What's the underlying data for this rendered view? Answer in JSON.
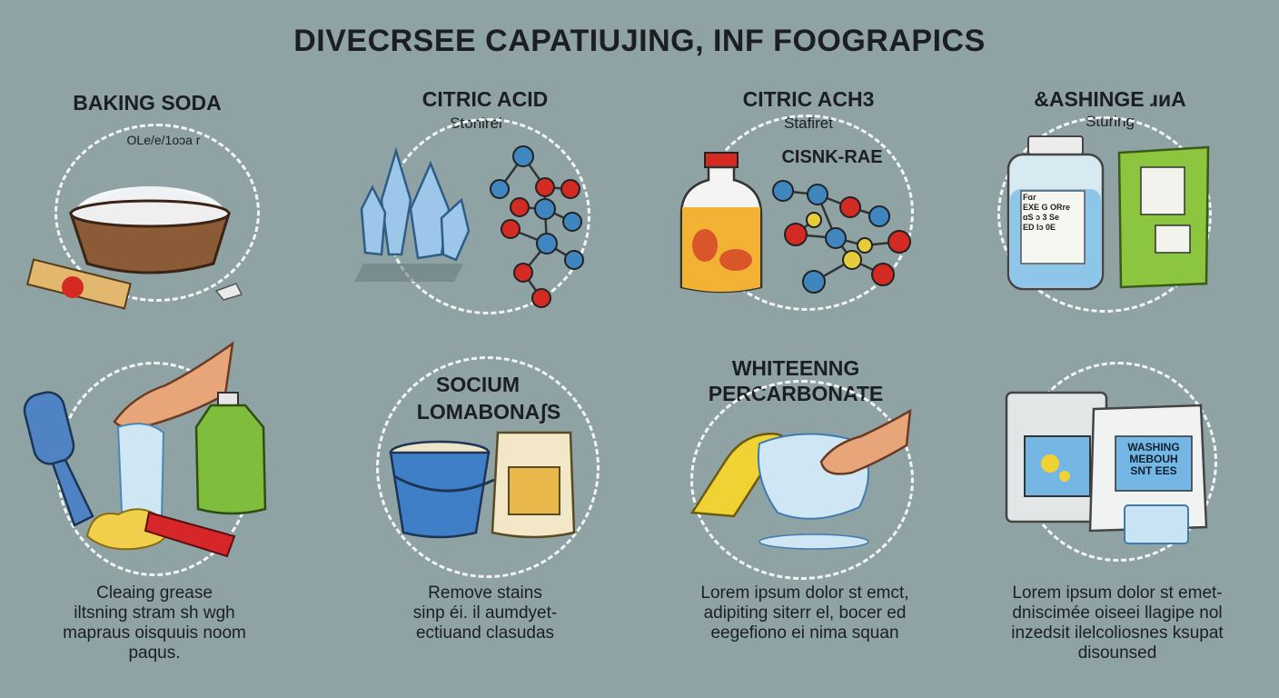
{
  "title": "DIVECRSEE CAPATIUJING, INF FOOGRAPICS",
  "panels": [
    {
      "heading": "BAKING SODA",
      "sub": "OLe/e/1oɔa  r"
    },
    {
      "heading": "CITRIC ACID",
      "sub": "Stonirel"
    },
    {
      "heading": "CITRIC ACH3",
      "sub": "Stafiret",
      "extra": "CISNK-RAE"
    },
    {
      "heading": "&ASHINGE ɹᴎA",
      "sub": "Sturing",
      "label_lines": [
        "Fɑɾ",
        "EXE G ORre",
        "ɑS ɔ 3 Se",
        "ED Iɔ 0E"
      ]
    },
    {
      "caption": [
        "Cleaing grease",
        "iltsning stram sh wgh",
        "mapraus oisquuis noom",
        "paqus."
      ]
    },
    {
      "heading_lines": [
        "SOCIUM",
        "LOMABONAʃS"
      ],
      "caption": [
        "Remove stains",
        "sinp éi. il aumdyet-",
        "ectiuand clasudas"
      ]
    },
    {
      "heading_lines": [
        "WHITEENNG",
        "PERCARBONATE"
      ],
      "caption": [
        "Lorem ipsum dolor st emct,",
        "adipiting siterr el, bocer ed",
        "eegefiono ei nima squan"
      ]
    },
    {
      "bag_lines": [
        "WASHING",
        "MEBOUH",
        "SNT EES"
      ],
      "caption": [
        "Lorem ipsum dolor st emet-",
        "dniscimée oiseei llagipe nol",
        "inzedsit ilelcoliosnes ksupat",
        "disounsed"
      ]
    }
  ],
  "colors": {
    "background": "#8fa3a5",
    "ring": "#f3f5f4",
    "atom_blue": "#3f86c0",
    "atom_red": "#d42a24",
    "atom_yellow": "#e6cc3a",
    "crystal": "#9cc7ea",
    "bottle_blue": "#8ec6ea",
    "bag_green": "#8cc63f"
  },
  "icons": [
    "soda-bowl-icon",
    "crystal-icon",
    "molecule-icon",
    "bottle-icon",
    "jar-icon",
    "box-icon",
    "brush-icon",
    "bucket-icon",
    "sack-icon",
    "glove-icon",
    "washer-icon",
    "detergent-bag-icon"
  ]
}
